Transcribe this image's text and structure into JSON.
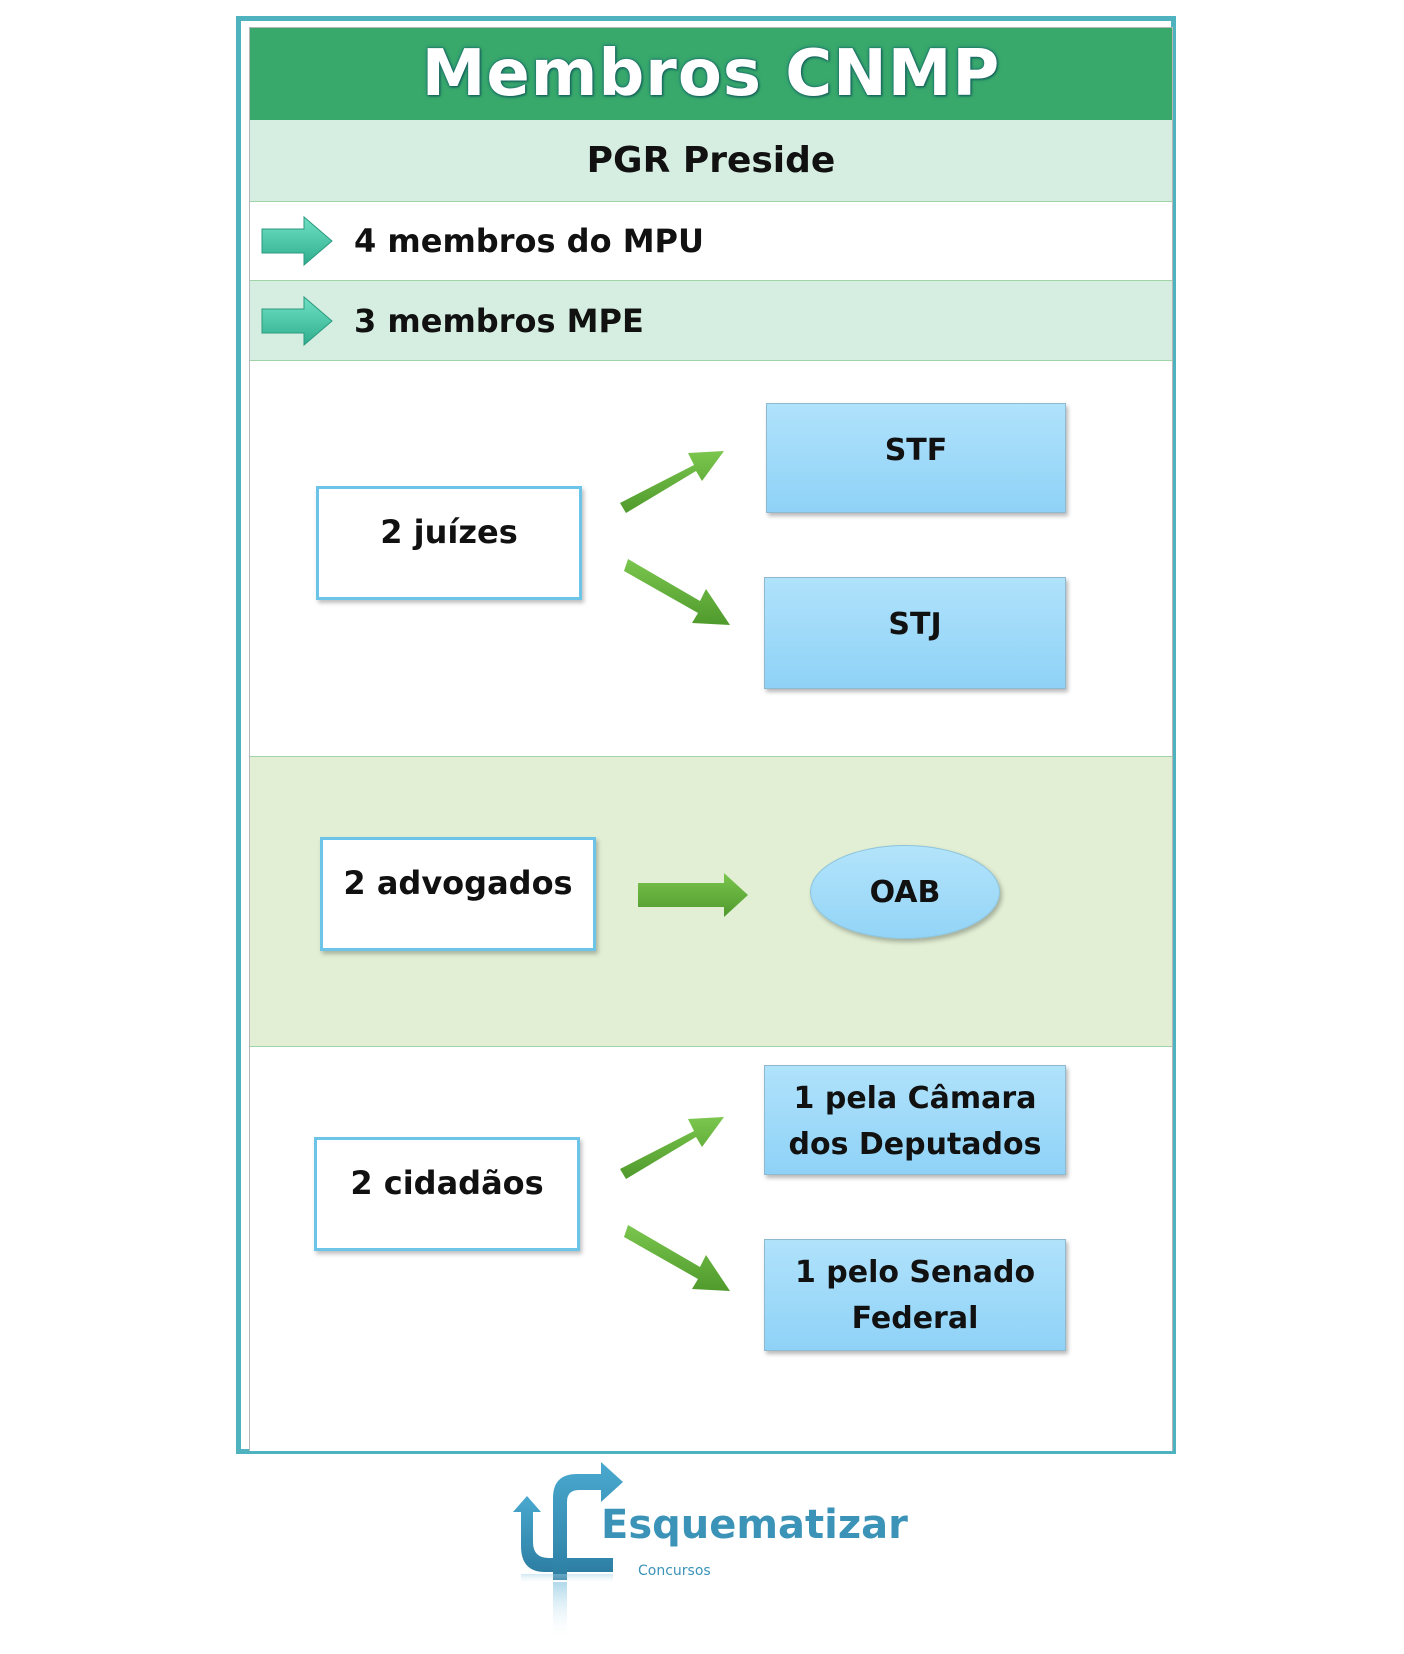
{
  "title": "Membros CNMP",
  "presidency": "PGR Preside",
  "items": [
    {
      "label": "4 membros do MPU"
    },
    {
      "label": "3 membros MPE"
    }
  ],
  "juizes": {
    "source": "2 juízes",
    "targets": [
      "STF",
      "STJ"
    ]
  },
  "advogados": {
    "source": "2 advogados",
    "target": "OAB"
  },
  "cidadaos": {
    "source": "2 cidadãos",
    "targets": [
      {
        "line1": "1 pela Câmara",
        "line2": "dos Deputados"
      },
      {
        "line1": "1 pelo Senado",
        "line2": "Federal"
      }
    ]
  },
  "logo": {
    "name": "Esquematizar",
    "sub": "Concursos"
  },
  "colors": {
    "header": "#38a86b",
    "light_green_row": "#d5eee1",
    "section_green": "#e2efd4",
    "frame": "#4fb3bf",
    "box_blue": "#a3dcf9",
    "arrow_green": "#5ea83a",
    "arrow_teal": "#3cc4a4",
    "logo_blue": "#3b93b8"
  }
}
